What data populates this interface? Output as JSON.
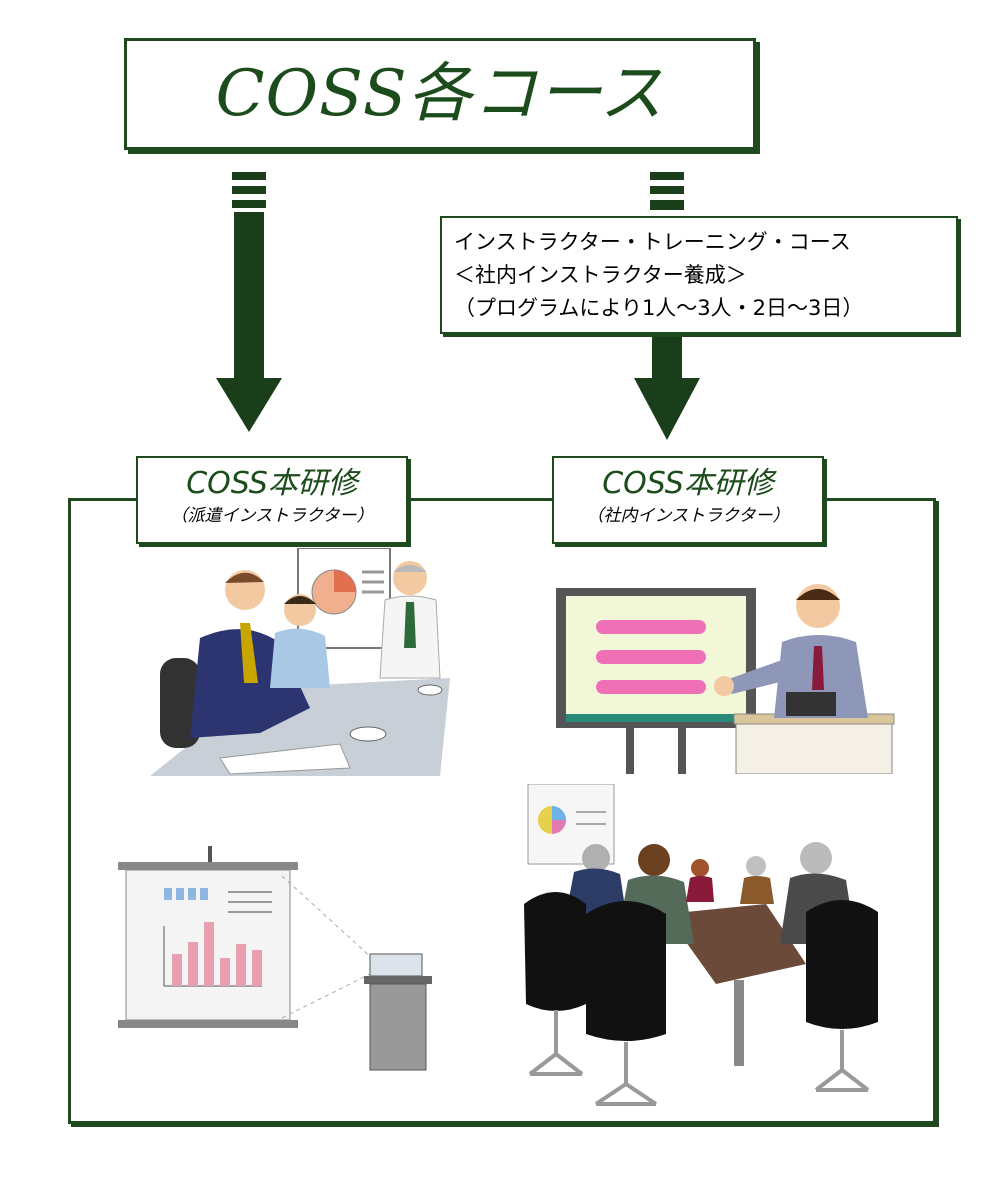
{
  "title": "COSS各コース",
  "instructor_course": {
    "line1": "インストラクター・トレーニング・コース",
    "line2": "＜社内インストラクター養成＞",
    "line3": "（プログラムにより1人～3人・2日～3日）"
  },
  "left_box": {
    "title": "COSS本研修",
    "subtitle": "（派遣インストラクター）"
  },
  "right_box": {
    "title": "COSS本研修",
    "subtitle": "（社内インストラクター）"
  },
  "colors": {
    "frame": "#1f4a1f",
    "arrow": "#1a3d1a",
    "title_text": "#1c4b1c"
  },
  "illustrations": [
    "meeting-illustration",
    "presenter-illustration",
    "projector-illustration",
    "conference-illustration"
  ]
}
